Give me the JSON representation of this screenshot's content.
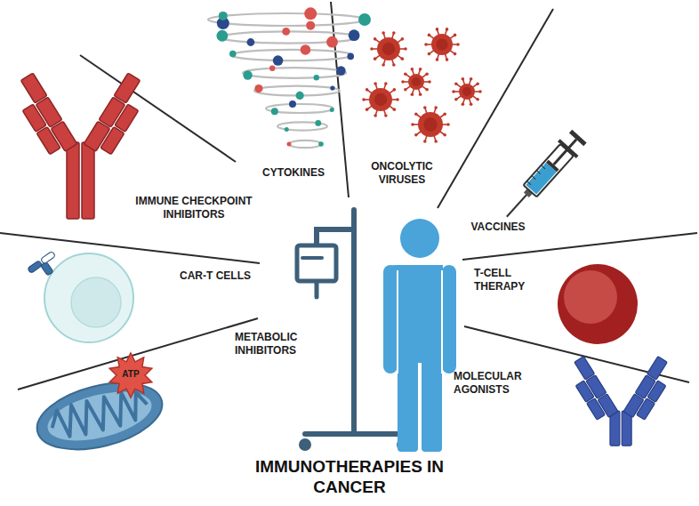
{
  "diagram": {
    "title": "IMMUNOTHERAPIES IN CANCER",
    "labels": [
      "CYTOKINES",
      "ONCOLYTIC VIRUSES",
      "IMMUNE CHECKPOINT INHIBITORS",
      "VACCINES",
      "CAR-T CELLS",
      "T-CELL THERAPY",
      "METABOLIC INHIBITORS",
      "MOLECULAR AGONISTS",
      "ATP"
    ]
  }
}
